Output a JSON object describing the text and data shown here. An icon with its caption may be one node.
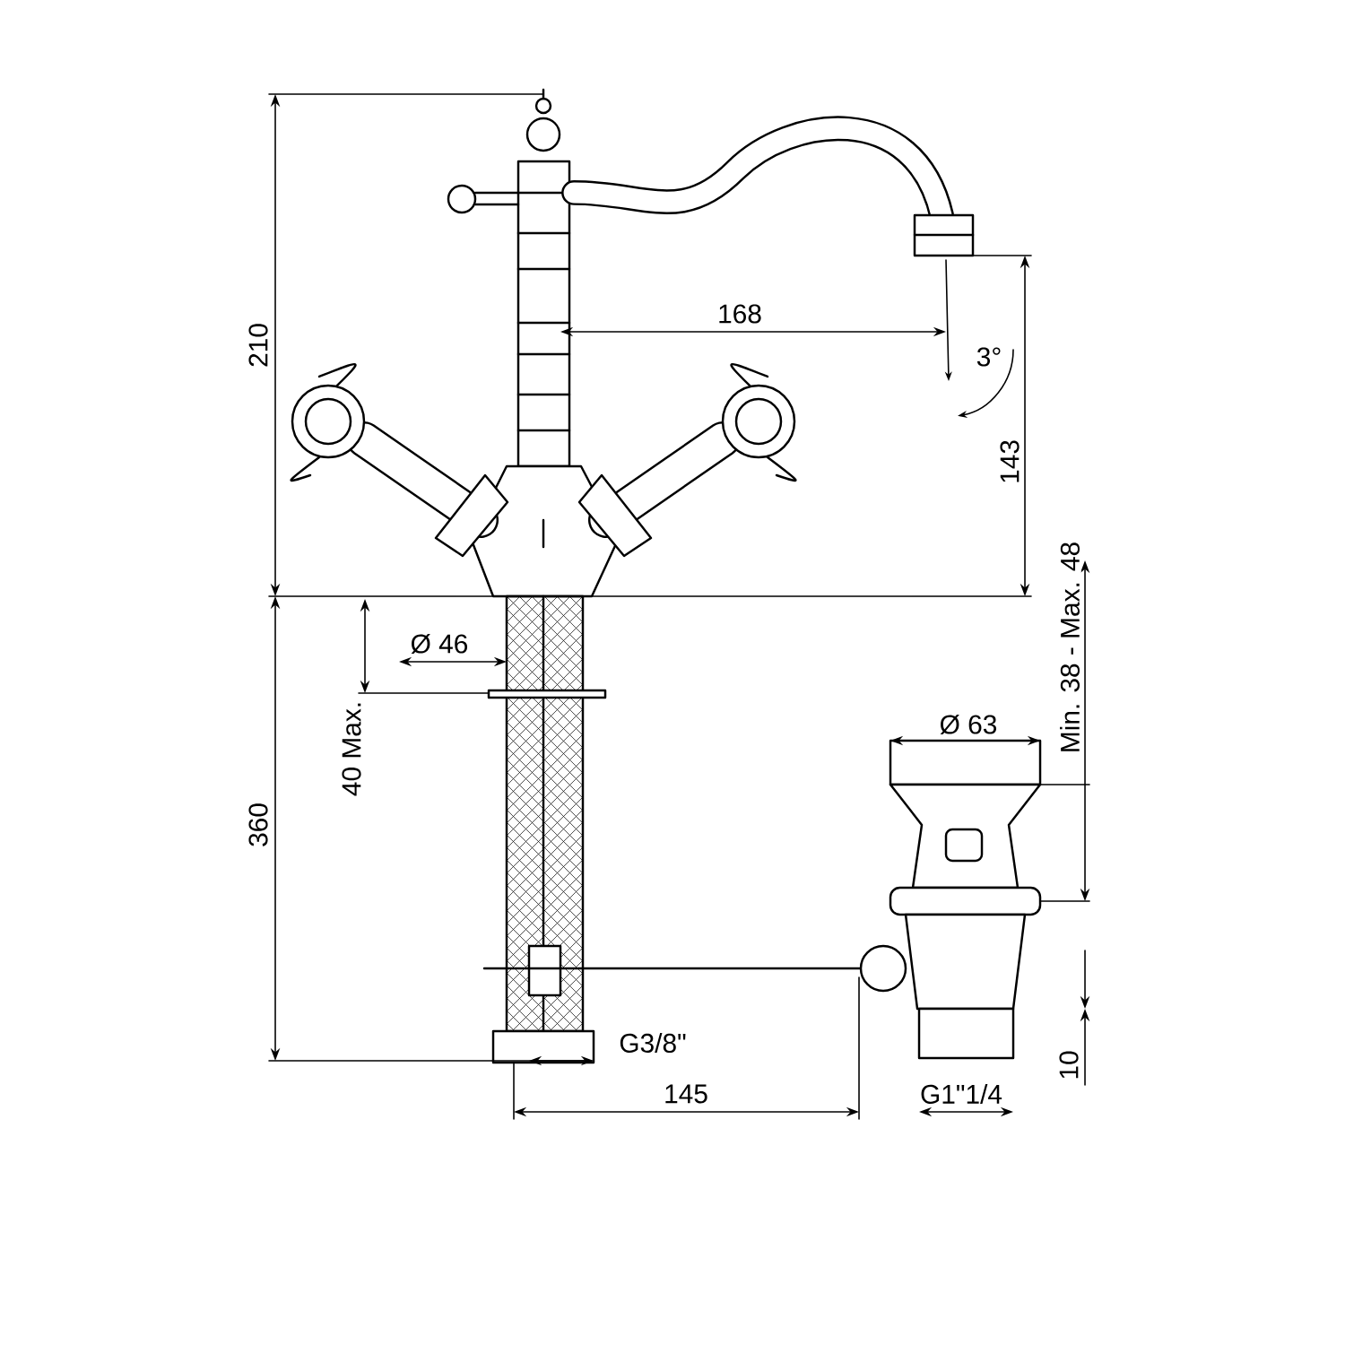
{
  "diagram": {
    "labels": [
      "210",
      "168",
      "3°",
      "143",
      "Ø 46",
      "Min. 38 - Max. 48",
      "40 Max.",
      "Ø 63",
      "360",
      "G3/8\"",
      "10",
      "145",
      "G1\"1/4"
    ]
  }
}
